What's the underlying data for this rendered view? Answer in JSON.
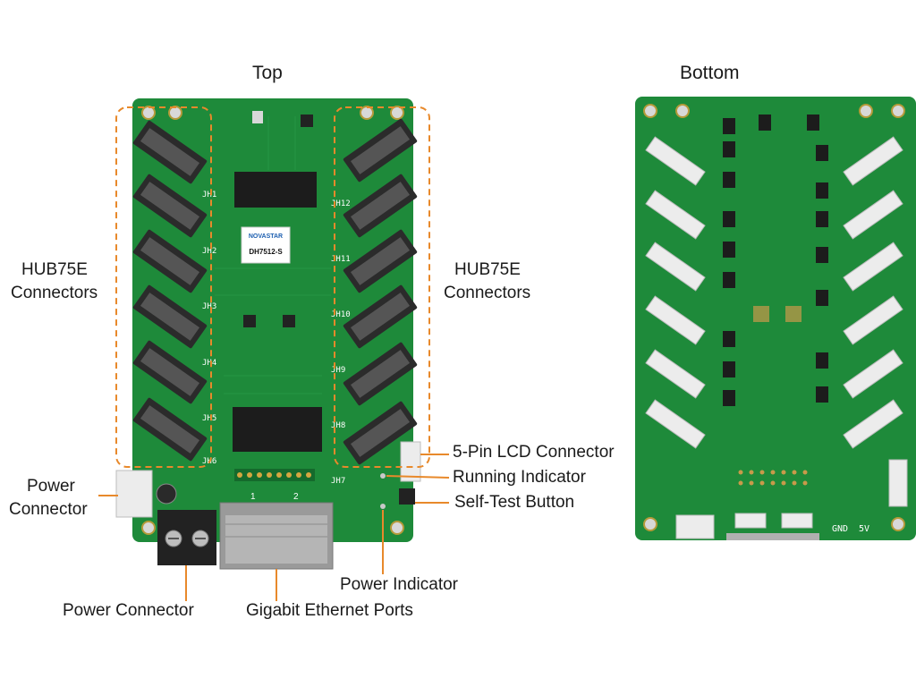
{
  "titles": {
    "top": "Top",
    "bottom": "Bottom"
  },
  "labels": {
    "hub_left_1": "HUB75E",
    "hub_left_2": "Connectors",
    "hub_right_1": "HUB75E",
    "hub_right_2": "Connectors",
    "lcd": "5-Pin LCD Connector",
    "running": "Running Indicator",
    "selftest": "Self-Test Button",
    "power_left_1": "Power",
    "power_left_2": "Connector",
    "power_bottom": "Power Connector",
    "ethernet": "Gigabit Ethernet Ports",
    "power_indicator": "Power Indicator"
  },
  "board": {
    "brand": "NOVASTAR",
    "model": "DH7512-S",
    "port_1": "1",
    "port_2": "2",
    "left_connectors": [
      "JH1",
      "JH2",
      "JH3",
      "JH4",
      "JH5",
      "JH6"
    ],
    "right_connectors": [
      "JH12",
      "JH11",
      "JH10",
      "JH9",
      "JH8",
      "JH7"
    ],
    "gnd": "GND",
    "v5": "5V"
  },
  "colors": {
    "pcb": "#1e8a3a",
    "pcb_dark": "#15702d",
    "callout": "#e8892b",
    "connector": "#2b2b2b",
    "white_connector": "#ececec"
  }
}
